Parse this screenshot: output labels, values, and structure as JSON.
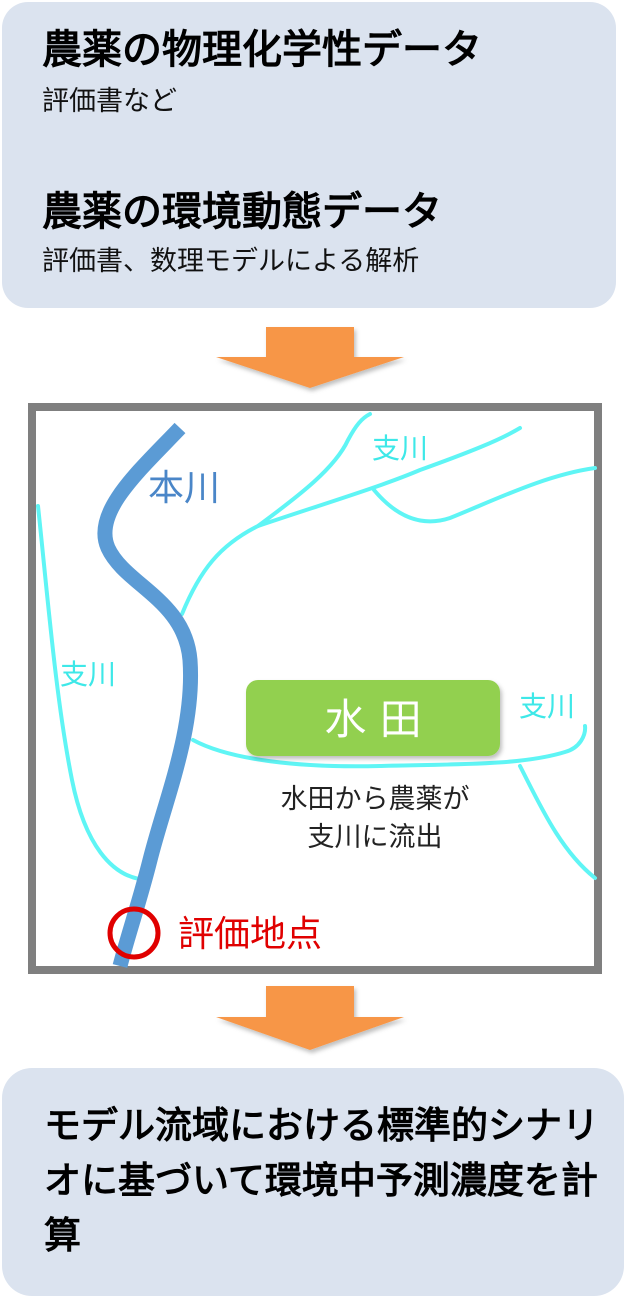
{
  "top_panel": {
    "heading1": "農薬の物理化学性データ",
    "sub1": "評価書など",
    "heading2": "農薬の環境動態データ",
    "sub2": "評価書、数理モデルによる解析"
  },
  "map": {
    "main_river_label": "本川",
    "tributary_label": "支川",
    "paddy_label": "水 田",
    "flow_note_line1": "水田から農薬が",
    "flow_note_line2": "支川に流出",
    "evaluation_point_label": "評価地点"
  },
  "bottom_panel": {
    "conclusion": "モデル流域における標準的シナリオに基づいて環境中予測濃度を計算"
  },
  "colors": {
    "panel_bg": "#dbe3ef",
    "arrow": "#f79646",
    "main_river": "#5b9bd5",
    "tributary": "#5ff5f5",
    "paddy": "#92d050",
    "evaluation_point": "#e00000",
    "frame": "#7f7f7f"
  }
}
